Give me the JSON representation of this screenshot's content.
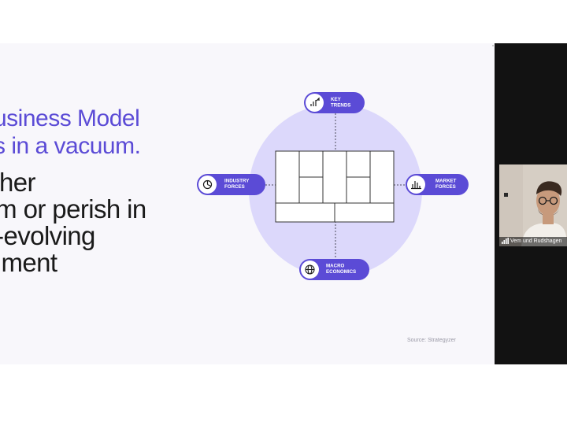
{
  "slide": {
    "headline": [
      "usiness Model",
      "s in a vacuum."
    ],
    "body_lines": [
      "either",
      "orm or perish in",
      "er-evolving",
      "onment"
    ],
    "diagram": {
      "pills": [
        {
          "id": "key-trends",
          "lines": [
            "KEY",
            "TRENDS"
          ],
          "icon": "trend-up-icon"
        },
        {
          "id": "industry-forces",
          "lines": [
            "INDUSTRY",
            "FORCES"
          ],
          "icon": "pie-chart-icon"
        },
        {
          "id": "market-forces",
          "lines": [
            "MARKET",
            "FORCES"
          ],
          "icon": "bar-chart-icon"
        },
        {
          "id": "macro-economics",
          "lines": [
            "MACRO",
            "ECONOMICS"
          ],
          "icon": "globe-icon"
        }
      ],
      "colors": {
        "circle": "#dcd8fb",
        "pill": "#5b4bd6",
        "icon_bg": "#ffffff",
        "canvas_stroke": "#333333"
      }
    },
    "source": "Source: Strategyzer"
  },
  "video": {
    "participant_name": "Vem und Rudshagen",
    "icon": "signal-bars-icon"
  }
}
